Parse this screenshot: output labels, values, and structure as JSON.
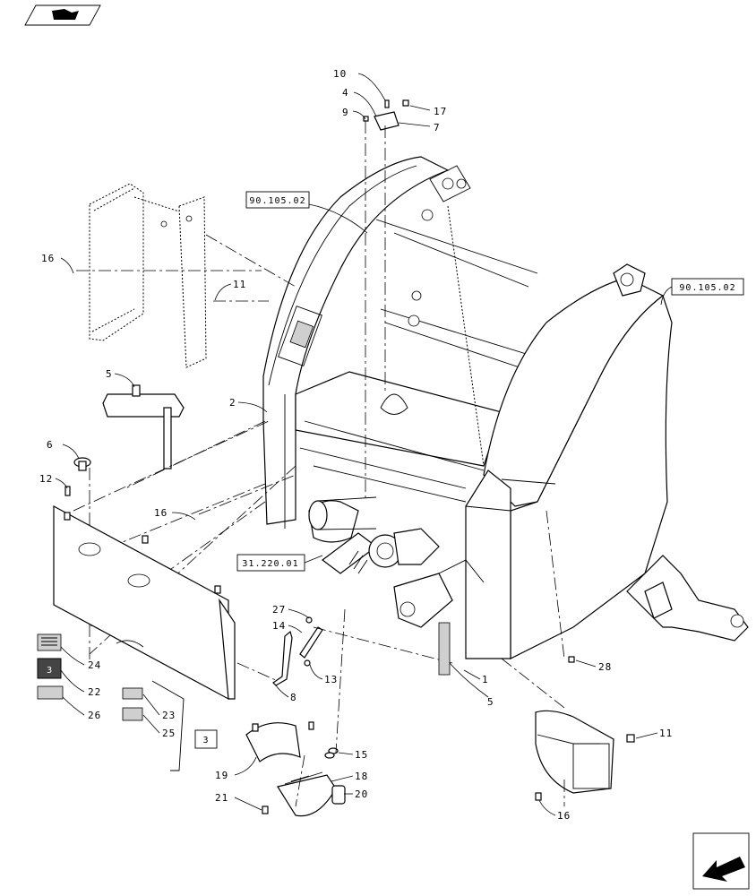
{
  "diagram": {
    "refs": [
      {
        "id": "ref-90-105-02-a",
        "text": "90.105.02"
      },
      {
        "id": "ref-90-105-02-b",
        "text": "90.105.02"
      },
      {
        "id": "ref-31-220-01",
        "text": "31.220.01"
      },
      {
        "id": "ref-3",
        "text": "3"
      }
    ],
    "callouts": {
      "c10": "10",
      "c4": "4",
      "c9": "9",
      "c17": "17",
      "c7": "7",
      "c16a": "16",
      "c11a": "11",
      "c5a": "5",
      "c2": "2",
      "c6": "6",
      "c12": "12",
      "c16b": "16",
      "c27": "27",
      "c14": "14",
      "c13": "13",
      "c8": "8",
      "c1": "1",
      "c5b": "5",
      "c28": "28",
      "c24": "24",
      "c22": "22",
      "c26": "26",
      "c23": "23",
      "c25": "25",
      "c15": "15",
      "c19": "19",
      "c18": "18",
      "c21": "21",
      "c20": "20",
      "c11b": "11",
      "c16c": "16"
    }
  }
}
